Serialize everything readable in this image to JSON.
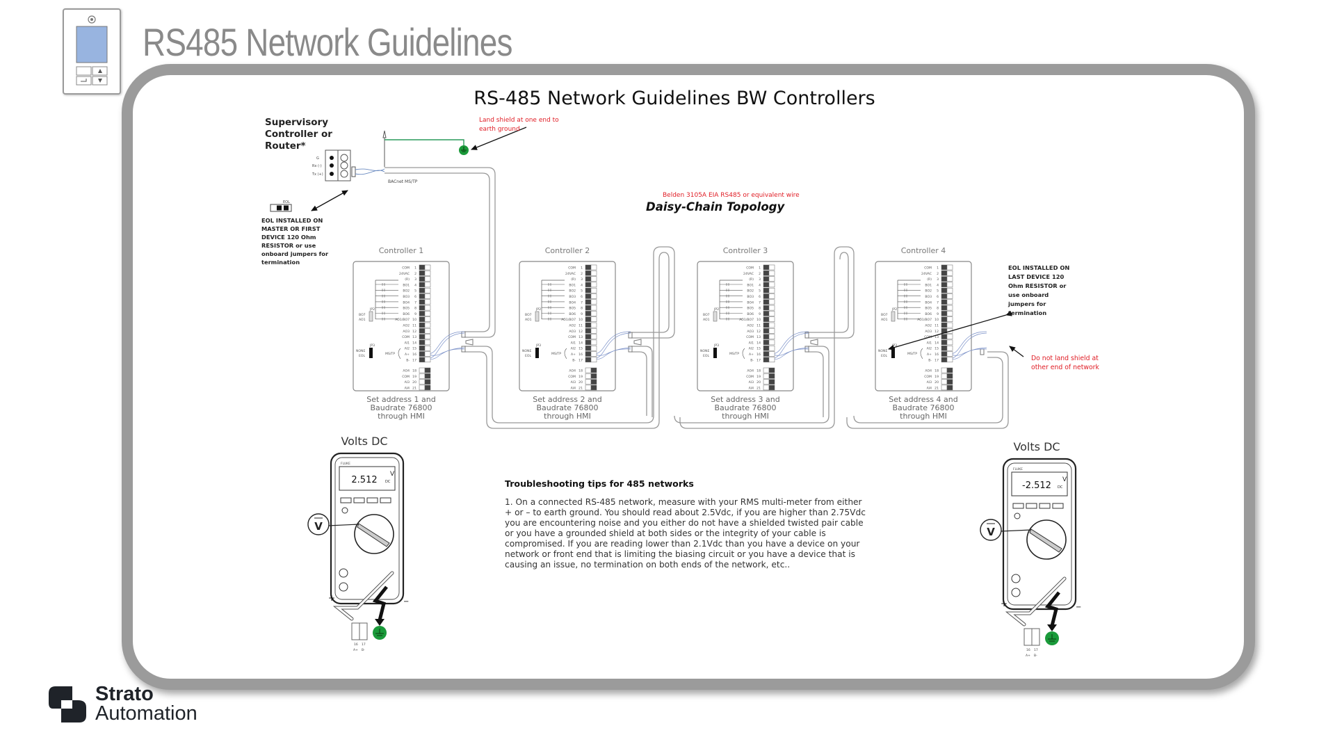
{
  "slide": {
    "title": "RS485 Network Guidelines"
  },
  "diagram": {
    "title": "RS-485 Network Guidelines BW Controllers",
    "supervisory_label": [
      "Supervisory",
      "Controller or",
      "Router*"
    ],
    "router_terminals": [
      "G",
      "Rx (-)",
      "Tx (+)"
    ],
    "bacnet_label": "BACnet MS/TP",
    "eol_small_label": "EOL",
    "eol_first_note": [
      "EOL INSTALLED ON",
      "MASTER OR FIRST",
      "DEVICE 120 Ohm",
      "RESISTOR or use",
      "onboard jumpers for",
      "termination"
    ],
    "land_shield_note": [
      "Land shield at one end to",
      "earth ground"
    ],
    "wire_note": "Belden 3105A EIA RS485 or equivalent wire",
    "topology_label": "Daisy-Chain Topology",
    "eol_last_note": [
      "EOL INSTALLED ON",
      "LAST DEVICE 120",
      "Ohm RESISTOR or",
      "use onboard",
      "jumpers for",
      "termination"
    ],
    "no_shield_note": [
      "Do not land shield at",
      "other end of network"
    ],
    "terminal_labels": [
      "COM",
      "24VAC",
      "(R)",
      "BO1",
      "BO2",
      "BO3",
      "BO4",
      "BO5",
      "BO6",
      "AO1/BO7",
      "AO2",
      "AO3",
      "COM",
      "AI1",
      "AI2",
      "A+",
      "B-"
    ],
    "terminal_labels_lower": [
      "AO4",
      "COM",
      "AI3",
      "AI4"
    ],
    "jumper_labels": {
      "jp2": "JP2",
      "bo7": "BO7",
      "ao1": "AO1",
      "jp3": "JP3",
      "none": "NONE",
      "eol": "EOL",
      "mstp": "MS/TP"
    },
    "controllers": [
      {
        "name": "Controller 1",
        "setup": [
          "Set address 1 and",
          "Baudrate 76800",
          "through HMI"
        ]
      },
      {
        "name": "Controller 2",
        "setup": [
          "Set address 2 and",
          "Baudrate 76800",
          "through HMI"
        ]
      },
      {
        "name": "Controller 3",
        "setup": [
          "Set address 3 and",
          "Baudrate 76800",
          "through HMI"
        ]
      },
      {
        "name": "Controller 4",
        "setup": [
          "Set address 4 and",
          "Baudrate 76800",
          "through HMI"
        ]
      }
    ],
    "meters": [
      {
        "heading": "Volts DC",
        "brand": "FLUKE",
        "reading": "2.512",
        "unit": "DC",
        "range_symbol": "V",
        "plus": "+",
        "minus": "−",
        "terminals": [
          "16",
          "17"
        ],
        "terminal_names": [
          "A+",
          "B-"
        ]
      },
      {
        "heading": "Volts DC",
        "brand": "FLUKE",
        "reading": "-2.512",
        "unit": "DC",
        "range_symbol": "V",
        "plus": "+",
        "minus": "−",
        "terminals": [
          "16",
          "17"
        ],
        "terminal_names": [
          "A+",
          "B-"
        ]
      }
    ],
    "tips": {
      "heading": "Troubleshooting tips for 485 networks",
      "body": "1. On a connected RS-485 network, measure with your RMS multi-meter from either + or – to earth ground. You should read about 2.5Vdc, if you are higher than 2.75Vdc you are encountering noise and you either do not have a shielded twisted pair cable or you have a grounded shield at both sides or the integrity of your cable is compromised. If you are reading lower than 2.1Vdc than you have a device on your network or front end that is limiting the biasing circuit or you have a device that is causing an issue, no termination on both ends of the network, etc.."
    },
    "colors": {
      "ground_green": "#1a9a3a",
      "note_red": "#e01c24",
      "frame_gray": "#9b9b9b",
      "title_gray": "#8a8a8a"
    }
  },
  "logo": {
    "line1": "Strato",
    "line2": "Automation"
  }
}
